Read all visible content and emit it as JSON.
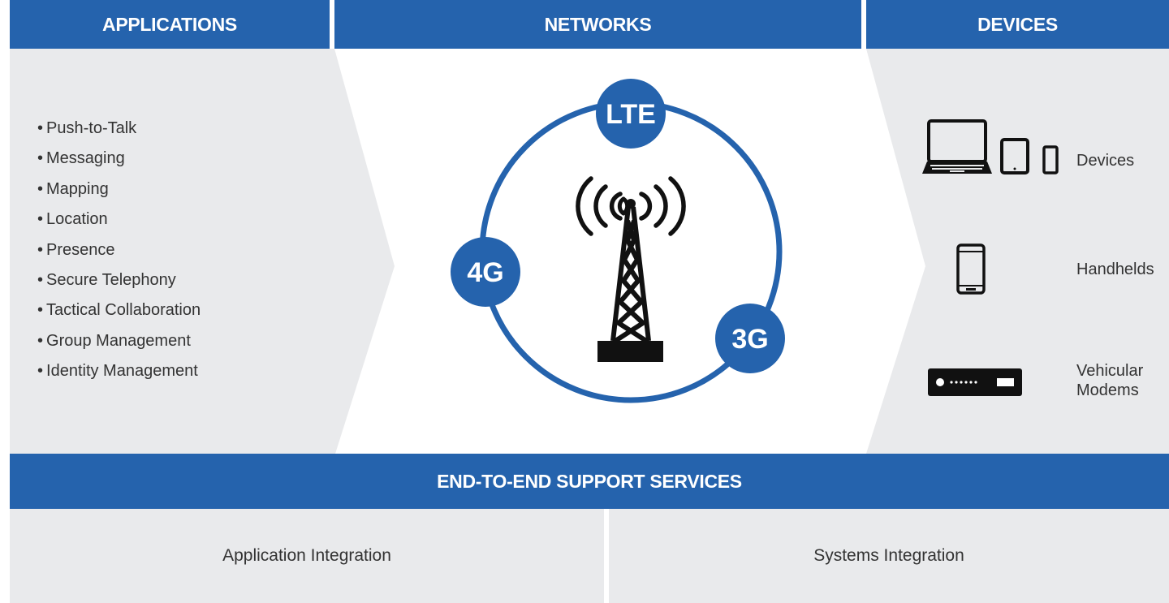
{
  "headers": {
    "applications": "APPLICATIONS",
    "networks": "NETWORKS",
    "devices": "DEVICES"
  },
  "applications": {
    "items": [
      "Push-to-Talk",
      "Messaging",
      "Mapping",
      "Location",
      "Presence",
      "Secure Telephony",
      "Tactical Collaboration",
      "Group Management",
      "Identity Management"
    ]
  },
  "networks": {
    "badges": {
      "lte": "LTE",
      "g4": "4G",
      "g3": "3G"
    },
    "icon": "cell-tower-icon"
  },
  "devices": {
    "devices_label": "Devices",
    "handhelds_label": "Handhelds",
    "vehicular_label": "Vehicular Modems",
    "icons": [
      "laptop-icon",
      "tablet-icon",
      "smartphone-icon",
      "handheld-icon",
      "vehicular-modem-icon"
    ]
  },
  "support": {
    "title": "END-TO-END SUPPORT SERVICES",
    "application_integration": "Application Integration",
    "systems_integration": "Systems Integration"
  },
  "colors": {
    "accent_blue": "#2563ad",
    "panel_gray": "#e9eaec",
    "text_dark": "#333333",
    "icon_black": "#111111"
  }
}
